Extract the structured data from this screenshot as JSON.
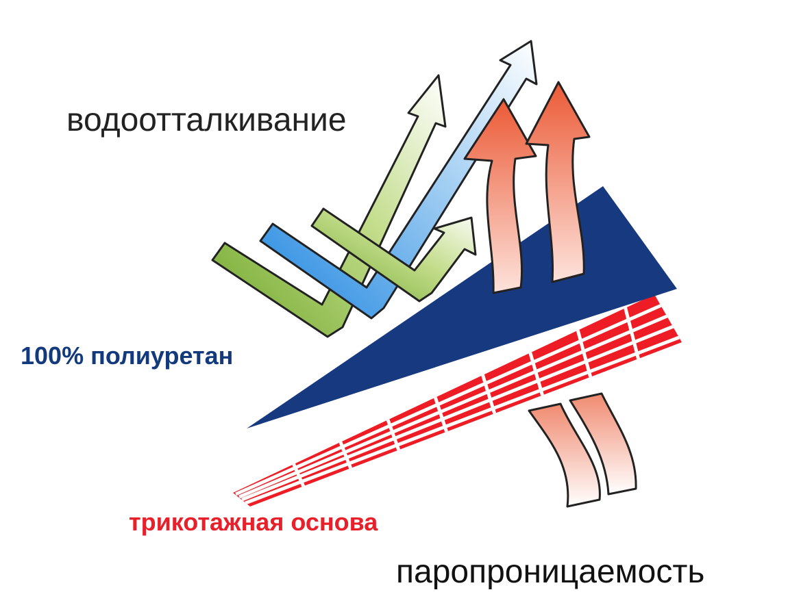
{
  "labels": {
    "water_repellency": "водоотталкивание",
    "polyurethan": "100% полиуретан",
    "knit_base": "трикотажная основа",
    "vapor_permeability": "паропроницаемость"
  },
  "colors": {
    "water_label": "#222222",
    "polyurethan_label": "#123a7c",
    "knit_label": "#e8202a",
    "vapor_label": "#111111",
    "membrane_fill": "#17397f",
    "knit_fill": "#ee1c25",
    "green_arrow": "#86b83a",
    "blue_arrow": "#3d9be3",
    "red_arrow": "#ec6a4b"
  },
  "icons": {
    "water_arrows": "bent-arrow-icon",
    "vapor_arrows": "wavy-arrow-icon"
  }
}
